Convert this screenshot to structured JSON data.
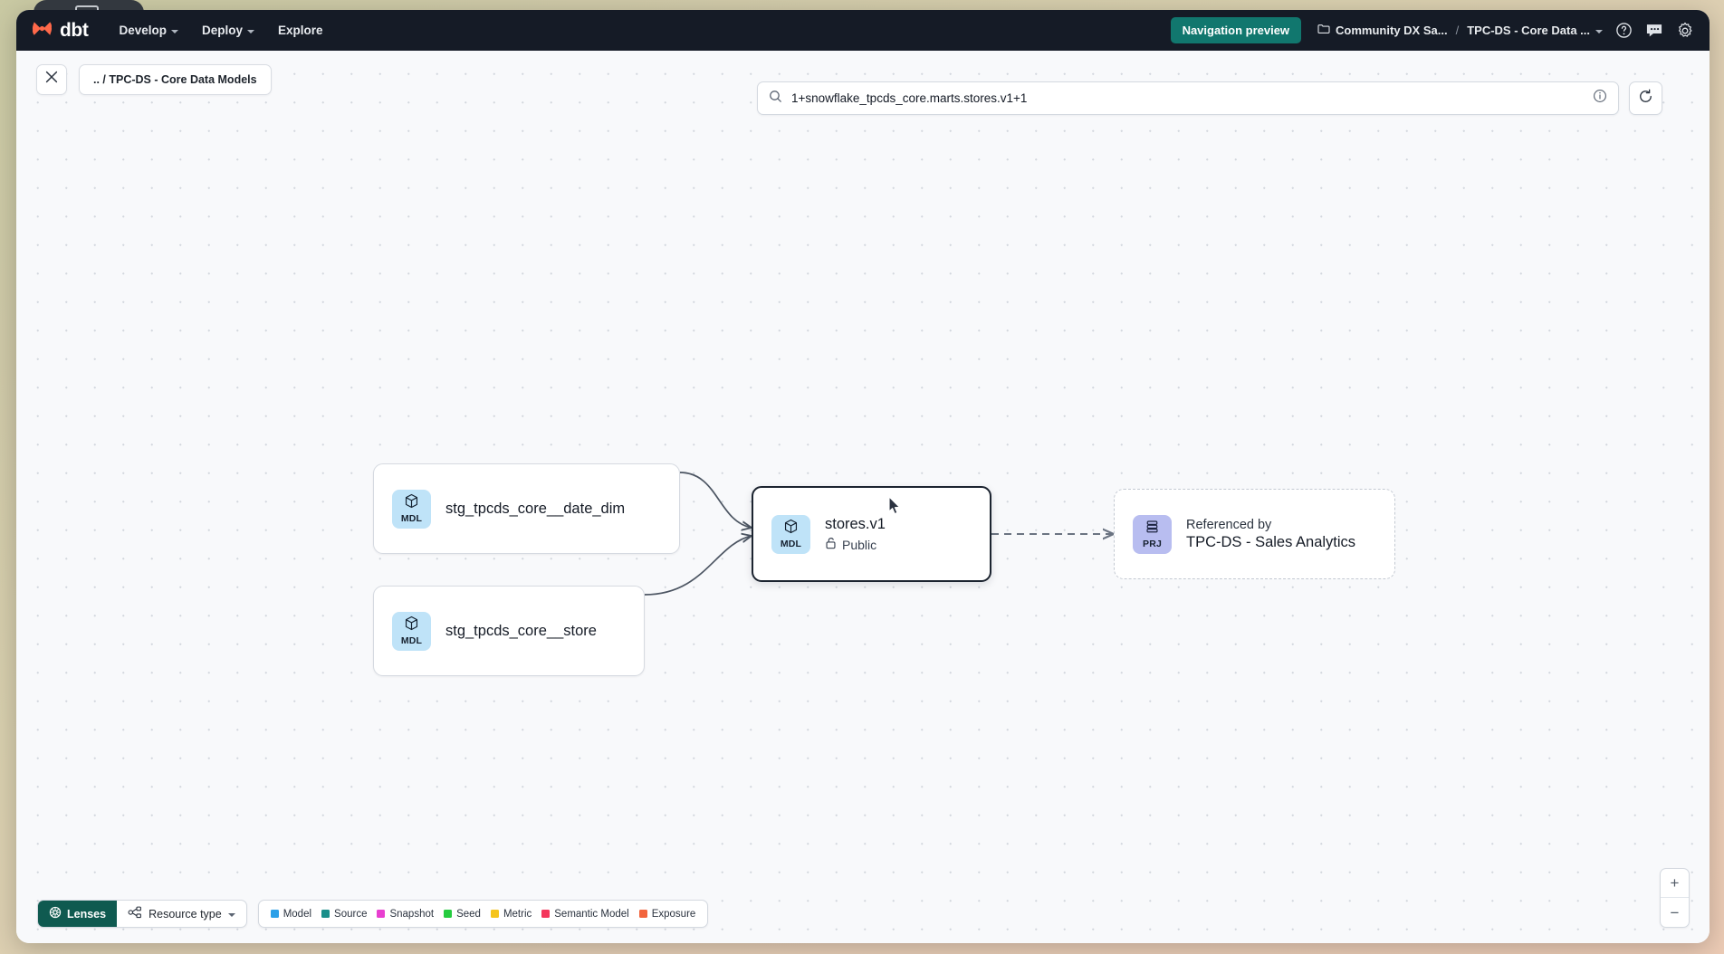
{
  "topnav": {
    "logo_text": "dbt",
    "items": [
      {
        "label": "Develop",
        "has_chevron": true
      },
      {
        "label": "Deploy",
        "has_chevron": true
      },
      {
        "label": "Explore",
        "has_chevron": false
      }
    ],
    "navigation_preview_label": "Navigation preview",
    "account_crumb": "Community DX Sa...",
    "separator": "/",
    "project_crumb": "TPC-DS - Core Data ...",
    "help_icon": "question-circle-icon",
    "feedback_icon": "chat-bubble-icon",
    "settings_icon": "gear-icon",
    "accent_green": "#11776e",
    "bg": "#151b26"
  },
  "toolbar": {
    "close_icon": "close-icon",
    "breadcrumb_label": ".. / TPC-DS - Core Data Models"
  },
  "search": {
    "icon": "search-icon",
    "value": "1+snowflake_tpcds_core.marts.stores.v1+1",
    "placeholder": "Search for a resource",
    "info_icon": "info-circle-icon",
    "refresh_icon": "refresh-icon"
  },
  "graph": {
    "nodes": [
      {
        "id": "stg-date-dim",
        "badge": "MDL",
        "badge_icon": "cube-icon",
        "badge_color": "#bfe3f8",
        "label": "stg_tpcds_core__date_dim",
        "style": "plain"
      },
      {
        "id": "stg-store",
        "badge": "MDL",
        "badge_icon": "cube-icon",
        "badge_color": "#bfe3f8",
        "label": "stg_tpcds_core__store",
        "style": "plain"
      },
      {
        "id": "stores-v1",
        "badge": "MDL",
        "badge_icon": "cube-icon",
        "badge_color": "#bfe3f8",
        "label": "stores.v1",
        "access_icon": "unlock-icon",
        "access_label": "Public",
        "style": "selected"
      },
      {
        "id": "referenced-by-project",
        "badge": "PRJ",
        "badge_icon": "layers-icon",
        "badge_color": "#b8bdf0",
        "kicker": "Referenced by",
        "label": "TPC-DS - Sales Analytics",
        "style": "dashed"
      }
    ]
  },
  "bottom": {
    "lenses_label": "Lenses",
    "lenses_icon": "lens-icon",
    "resource_type_label": "Resource type",
    "resource_type_icon": "nodes-icon",
    "legend": [
      {
        "label": "Model",
        "color": "#2ba0e8"
      },
      {
        "label": "Source",
        "color": "#1a8f8a"
      },
      {
        "label": "Snapshot",
        "color": "#e83fd0"
      },
      {
        "label": "Seed",
        "color": "#25cc3f"
      },
      {
        "label": "Metric",
        "color": "#f5c41c"
      },
      {
        "label": "Semantic Model",
        "color": "#f4365c"
      },
      {
        "label": "Exposure",
        "color": "#f2643c"
      }
    ]
  },
  "zoom_controls": {
    "zoom_in_label": "+",
    "zoom_out_label": "−"
  }
}
